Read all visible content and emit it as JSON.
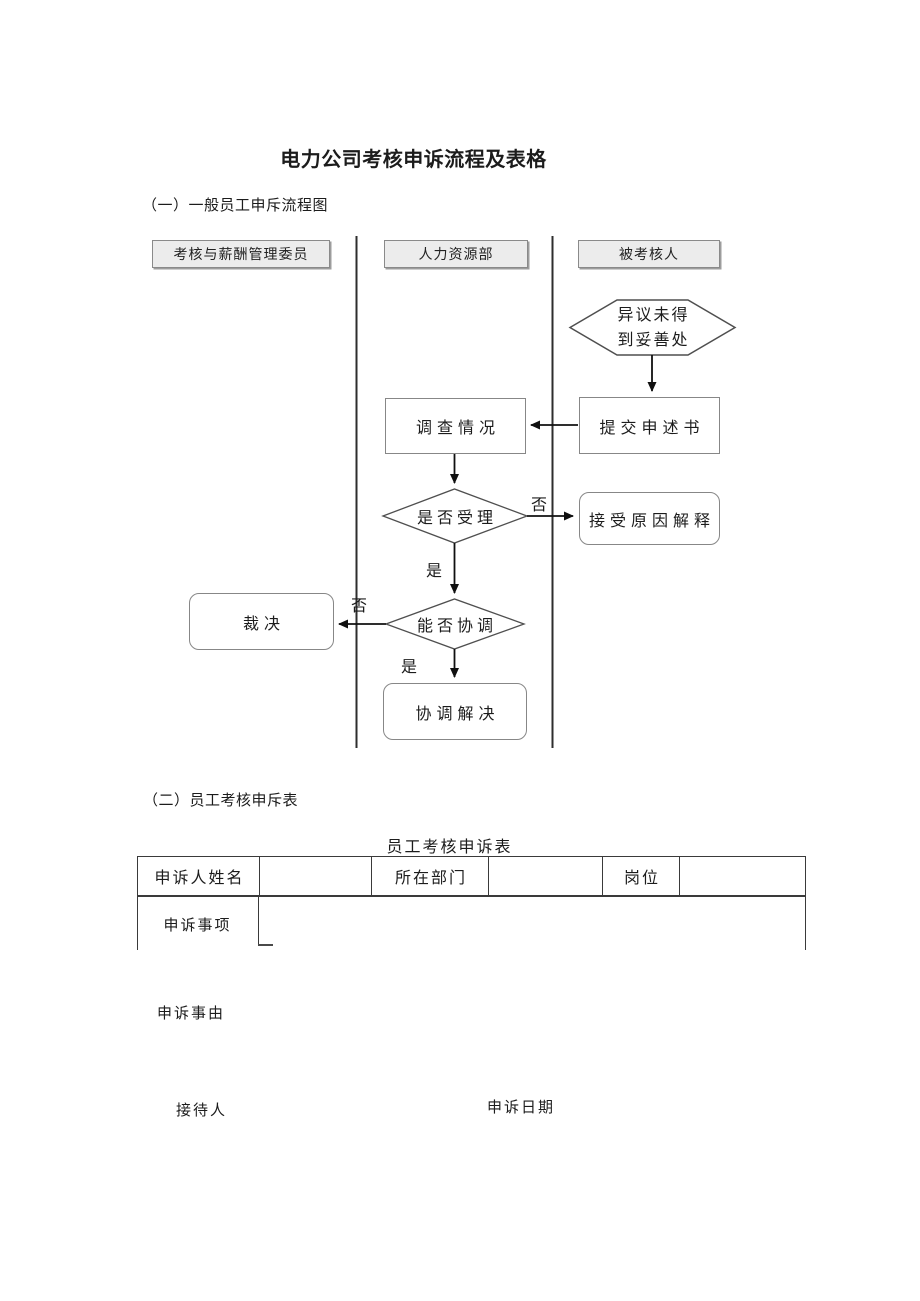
{
  "page": {
    "title": "电力公司考核申诉流程及表格",
    "section1_heading": "（一）一般员工申斥流程图",
    "section2_heading": "（二）员工考核申斥表"
  },
  "colors": {
    "lane_header_fill": "#ececec",
    "border_gray": "#878787",
    "line_black": "#111111"
  },
  "flowchart": {
    "lanes": [
      {
        "label": "考核与薪酬管理委员"
      },
      {
        "label": "人力资源部"
      },
      {
        "label": "被考核人"
      }
    ],
    "nodes": {
      "start_hexagon_line1": "异议未得",
      "start_hexagon_line2": "到妥善处",
      "submit": "提交申述书",
      "investigate": "调查情况",
      "accept_decision": "是否受理",
      "explain": "接受原因解释",
      "coordinate_decision": "能否协调",
      "ruling": "裁决",
      "resolve": "协调解决"
    },
    "edge_labels": {
      "no1": "否",
      "yes1": "是",
      "no2": "否",
      "yes2": "是"
    }
  },
  "table": {
    "title": "员工考核申诉表",
    "row1_col1": "申诉人姓名",
    "row1_col3": "所在部门",
    "row1_col5": "岗位",
    "row2_label": "申诉事项",
    "reason_label": "申诉事由",
    "receiver_label": "接待人",
    "date_label": "申诉日期"
  }
}
